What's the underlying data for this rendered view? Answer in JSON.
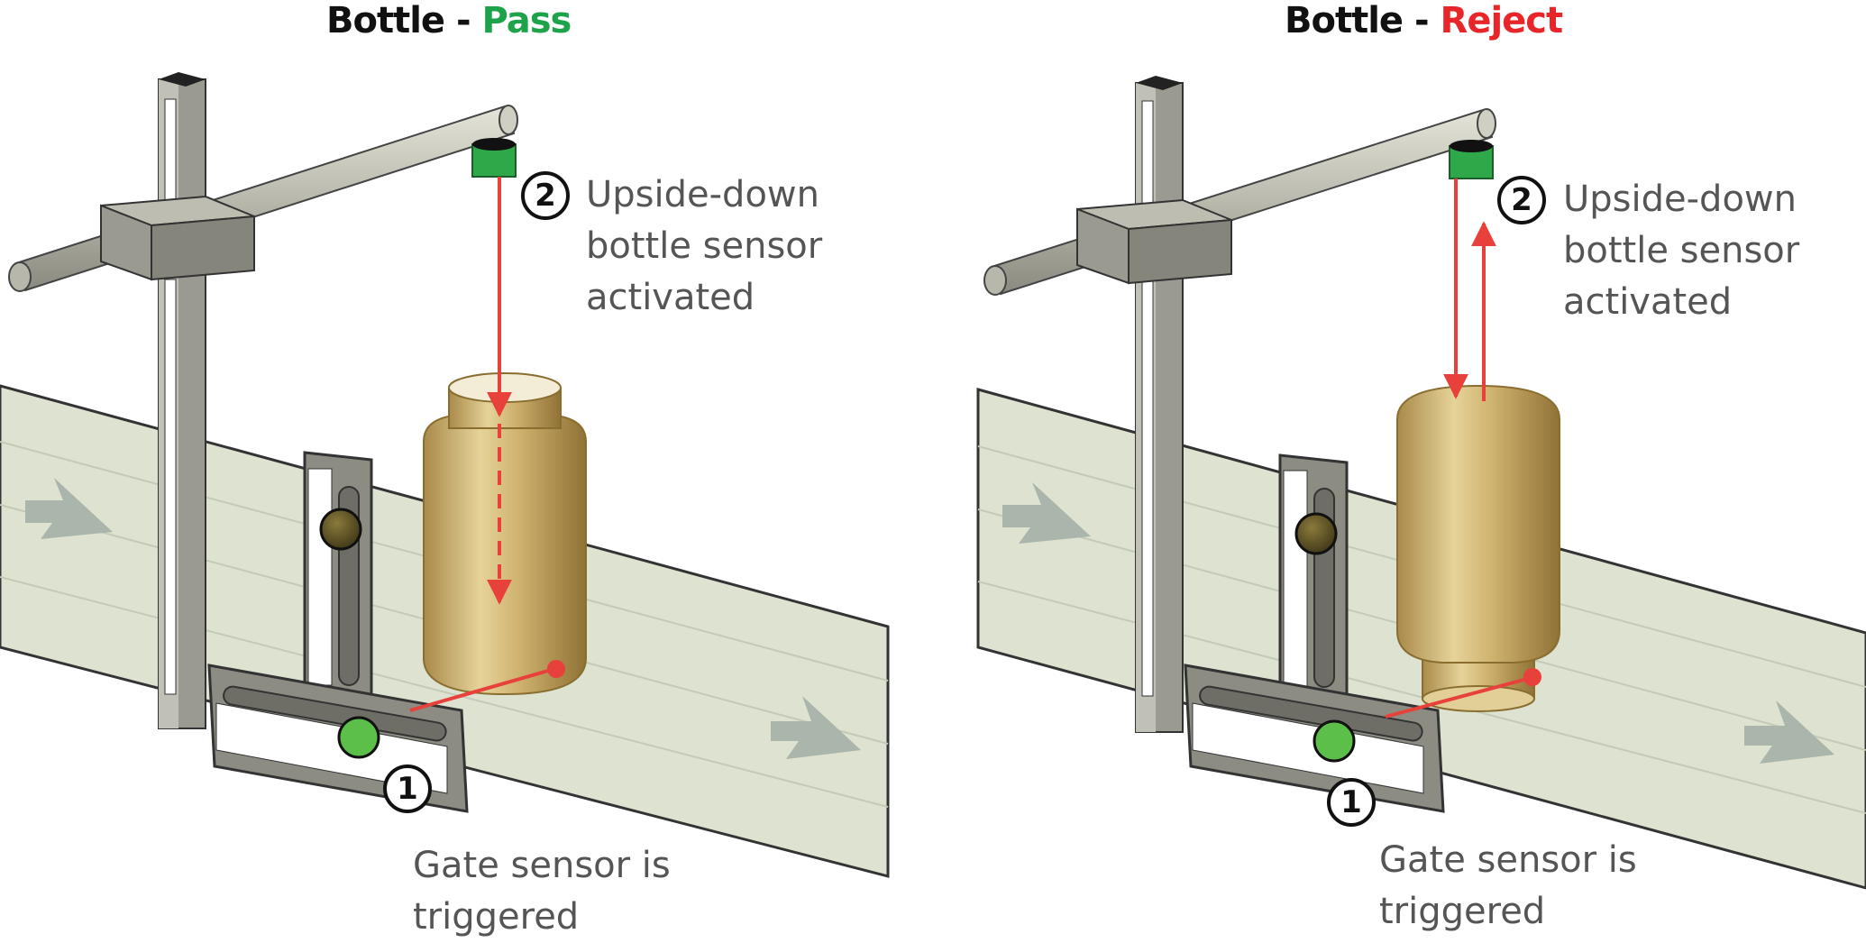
{
  "panels": [
    {
      "title_prefix": "Bottle - ",
      "status": "Pass",
      "status_color": "#1fa34a",
      "sensor_marker": "2",
      "sensor_caption": [
        "Upside-down",
        "bottle sensor",
        "activated"
      ],
      "gate_marker": "1",
      "gate_caption": [
        "Gate sensor is",
        "triggered"
      ]
    },
    {
      "title_prefix": "Bottle - ",
      "status": "Reject",
      "status_color": "#e8262a",
      "sensor_marker": "2",
      "sensor_caption": [
        "Upside-down",
        "bottle sensor",
        "activated"
      ],
      "gate_marker": "1",
      "gate_caption": [
        "Gate sensor is",
        "triggered"
      ]
    }
  ],
  "colors": {
    "beam": "#e8403a",
    "conveyor": "#dde3d0",
    "frame": "#8c8c82",
    "bottle": "#c8ad6a",
    "sensor": "#2fa84a",
    "gate_sensor": "#5cbf4a"
  }
}
